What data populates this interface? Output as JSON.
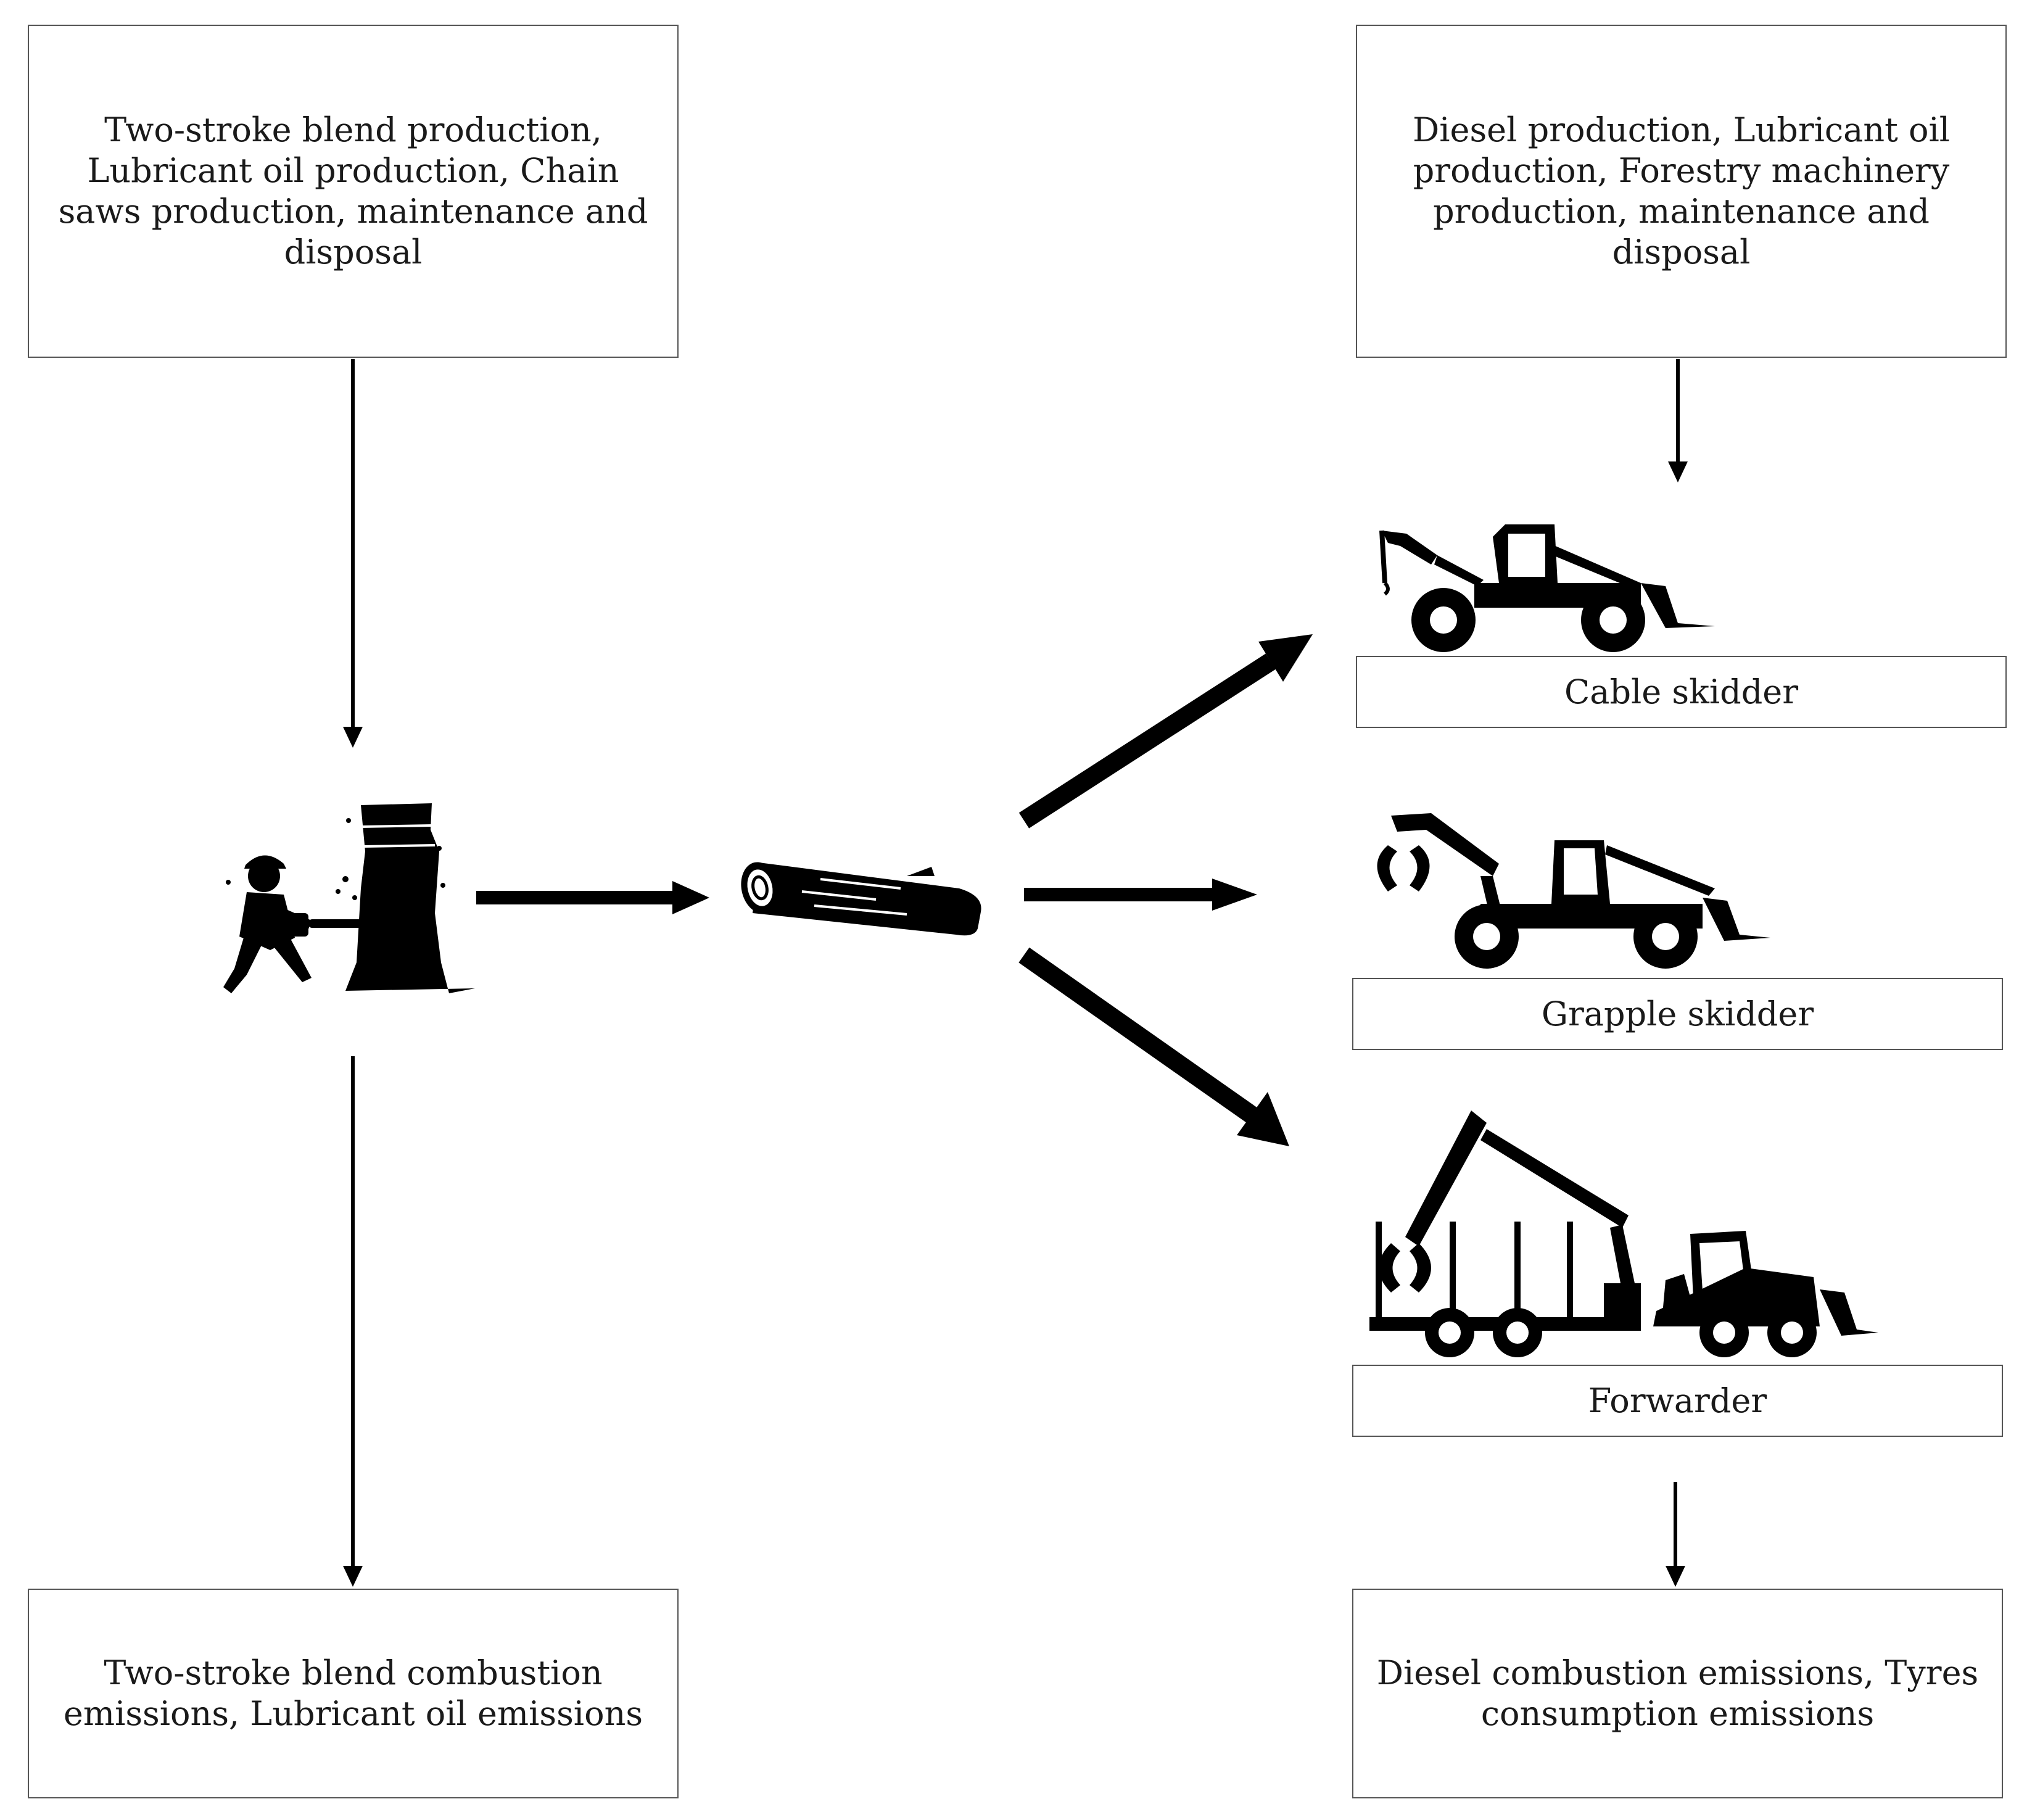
{
  "input_boxes": {
    "chainsaw_inputs": "Two-stroke blend production, Lubricant oil production, Chain saws production, maintenance and disposal",
    "machinery_inputs": "Diesel production, Lubricant oil production, Forestry machinery production, maintenance and disposal"
  },
  "machines": {
    "cable_skidder": "Cable skidder",
    "grapple_skidder": "Grapple skidder",
    "forwarder": "Forwarder"
  },
  "output_boxes": {
    "chainsaw_emissions": "Two-stroke blend combustion emissions, Lubricant oil emissions",
    "machinery_emissions": "Diesel combustion emissions, Tyres consumption emissions"
  },
  "icons": [
    "chainsaw-worker-icon",
    "log-icon",
    "cable-skidder-icon",
    "grapple-skidder-icon",
    "forwarder-icon"
  ],
  "colors": {
    "line": "#000000",
    "border": "#555555"
  }
}
